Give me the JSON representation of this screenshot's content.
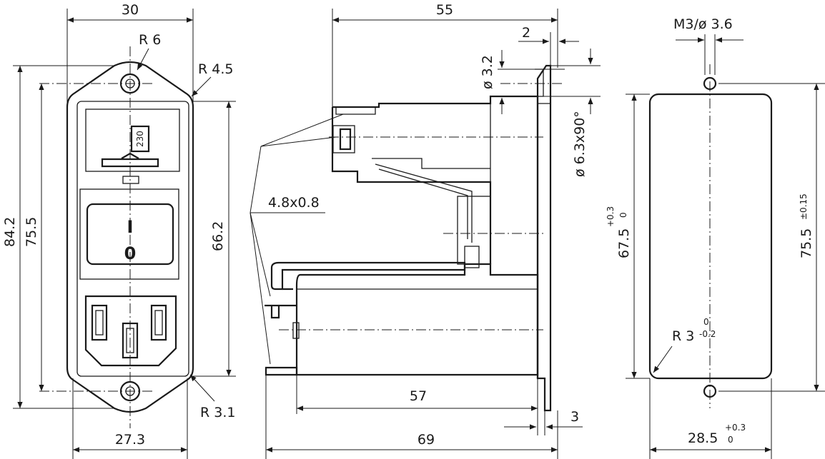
{
  "front_view": {
    "width_top": "30",
    "width_bottom": "27.3",
    "height_overall": "84.2",
    "hole_spacing": "75.5",
    "body_height": "66.2",
    "radius_top": "R 6",
    "radius_side": "R 4.5",
    "radius_bottom": "R 3.1",
    "fuse_label": "230",
    "switch_on": "I",
    "switch_off": "0"
  },
  "side_view": {
    "depth_top": "55",
    "flange": "2",
    "hole_dia": "ø 3.2",
    "countersink": "ø 6.3x90°",
    "terminal": "4.8x0.8",
    "body_depth": "57",
    "overall_depth": "69",
    "flange_bottom": "3"
  },
  "cutout_view": {
    "screw": "M3/ø 3.6",
    "height": "67.5",
    "height_tol_plus": "+0.3",
    "height_tol_minus": "0",
    "spacing": "75.5",
    "spacing_tol": "±0.15",
    "radius": "R 3",
    "radius_tol_plus": "0",
    "radius_tol_minus": "-0.2",
    "width": "28.5",
    "width_tol_plus": "+0.3",
    "width_tol_minus": "0"
  }
}
